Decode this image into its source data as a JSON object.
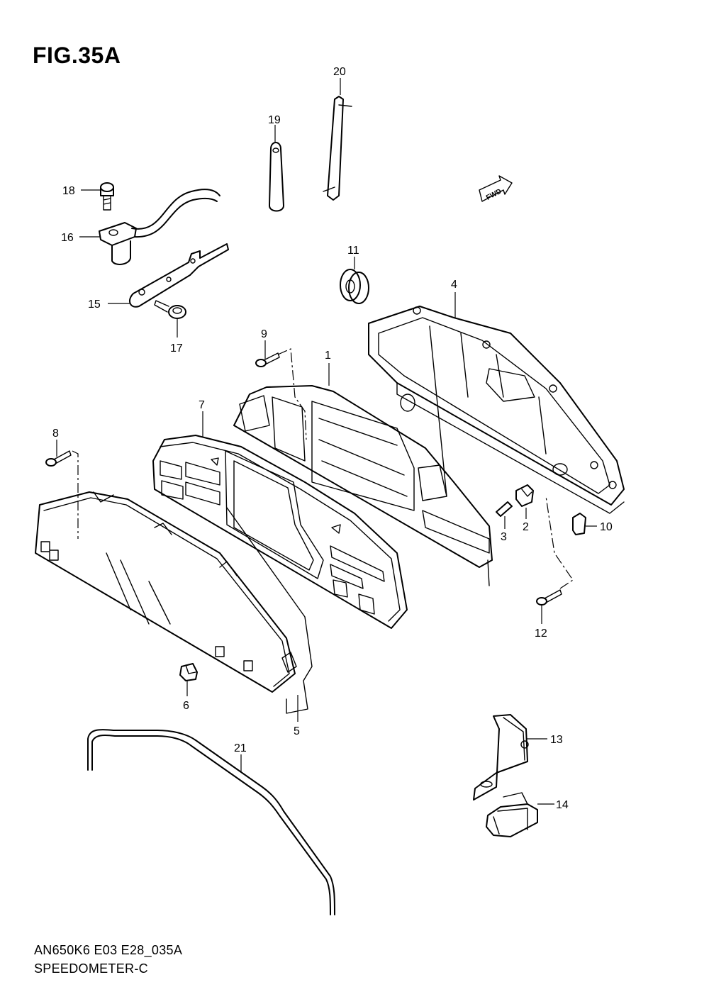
{
  "figure": {
    "title": "FIG.35A",
    "code": "AN650K6 E03 E28_035A",
    "caption": "SPEEDOMETER-C",
    "fwd_label": "FWD"
  },
  "callouts": [
    {
      "id": "1",
      "label": "1"
    },
    {
      "id": "2",
      "label": "2"
    },
    {
      "id": "3",
      "label": "3"
    },
    {
      "id": "4",
      "label": "4"
    },
    {
      "id": "5",
      "label": "5"
    },
    {
      "id": "6",
      "label": "6"
    },
    {
      "id": "7",
      "label": "7"
    },
    {
      "id": "8",
      "label": "8"
    },
    {
      "id": "9",
      "label": "9"
    },
    {
      "id": "10",
      "label": "10"
    },
    {
      "id": "11",
      "label": "11"
    },
    {
      "id": "12",
      "label": "12"
    },
    {
      "id": "13",
      "label": "13"
    },
    {
      "id": "14",
      "label": "14"
    },
    {
      "id": "15",
      "label": "15"
    },
    {
      "id": "16",
      "label": "16"
    },
    {
      "id": "17",
      "label": "17"
    },
    {
      "id": "18",
      "label": "18"
    },
    {
      "id": "19",
      "label": "19"
    },
    {
      "id": "20",
      "label": "20"
    },
    {
      "id": "21",
      "label": "21"
    }
  ]
}
